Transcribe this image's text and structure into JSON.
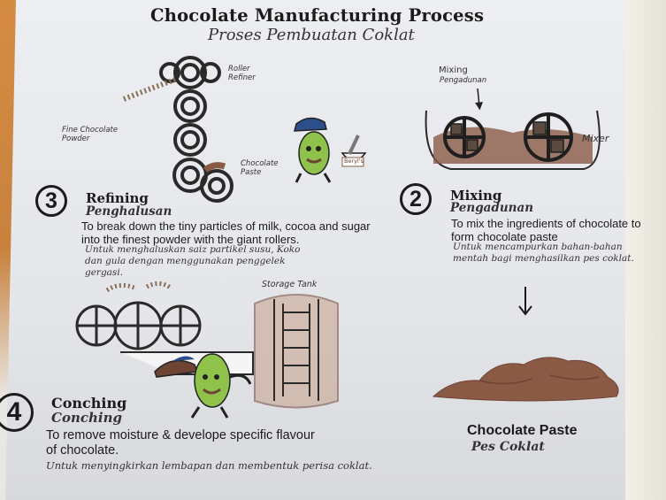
{
  "title": "Chocolate Manufacturing Process",
  "subtitle": "Proses Pembuatan Coklat",
  "steps": [
    {
      "number": "3",
      "heading": "Refining",
      "heading_ms": "Penghalusan",
      "text": "To break down the tiny particles of milk, cocoa and sugar into the finest powder with the giant rollers.",
      "text_ms": "Untuk menghaluskan saiz partikel susu, Koko dan gula dengan menggunakan penggelek gergasi."
    },
    {
      "number": "2",
      "heading": "Mixing",
      "heading_ms": "Pengadunan",
      "text": "To mix the ingredients of chocolate to form chocolate paste",
      "text_ms": "Untuk mencampurkan bahan-bahan mentah bagi menghasilkan pes coklat."
    },
    {
      "number": "4",
      "heading": "Conching",
      "heading_ms": "Conching",
      "text": "To remove moisture & develope specific flavour of chocolate.",
      "text_ms": "Untuk menyingkirkan lembapan dan membentuk perisa coklat."
    }
  ],
  "labels": {
    "roller_refiner": "Roller Refiner",
    "fine_powder": "Fine Chocolate Powder",
    "chocolate_paste_small": "Chocolate Paste",
    "mixing": "Mixing",
    "mixing_ms": "Pengadunan",
    "mixer": "Mixer",
    "storage_tank": "Storage Tank",
    "mortar_tag": "Beryl's"
  },
  "result": {
    "title": "Chocolate Paste",
    "subtitle": "Pes Coklat"
  },
  "colors": {
    "chocolate": "#8a5a45",
    "chocolate_dark": "#6e4434",
    "ink": "#1b1b1b",
    "bean_green": "#8fc24a",
    "hat_blue": "#2c4f8c"
  }
}
